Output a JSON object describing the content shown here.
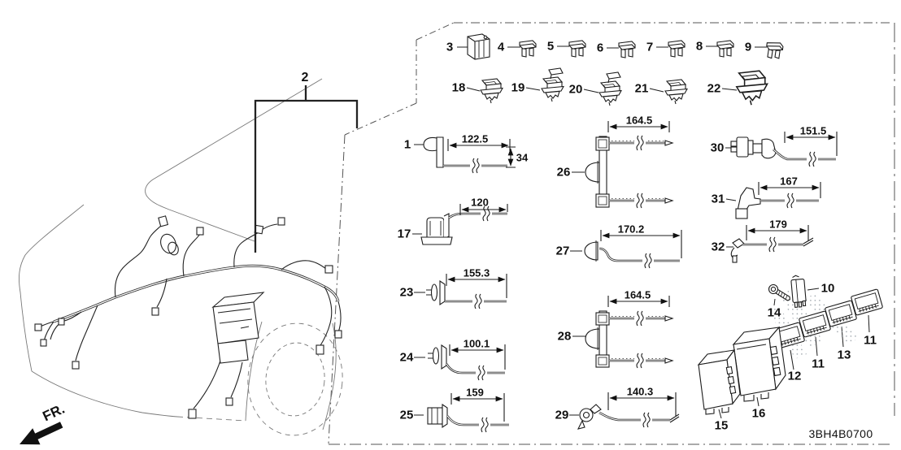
{
  "figure": {
    "drawing_code": "3BH4B0700",
    "front_marker": "FR.",
    "main_assembly": {
      "number": "2"
    },
    "fuse_row": [
      {
        "number": "3"
      },
      {
        "number": "4"
      },
      {
        "number": "5"
      },
      {
        "number": "6"
      },
      {
        "number": "7"
      },
      {
        "number": "8"
      },
      {
        "number": "9"
      }
    ],
    "clip_row": [
      {
        "number": "18"
      },
      {
        "number": "19"
      },
      {
        "number": "20"
      },
      {
        "number": "21"
      },
      {
        "number": "22"
      }
    ],
    "measured_parts": [
      {
        "number": "1",
        "length": "122.5",
        "height": "34"
      },
      {
        "number": "17",
        "length": "120"
      },
      {
        "number": "23",
        "length": "155.3"
      },
      {
        "number": "24",
        "length": "100.1"
      },
      {
        "number": "25",
        "length": "159"
      },
      {
        "number": "26",
        "length": "164.5"
      },
      {
        "number": "27",
        "length": "170.2"
      },
      {
        "number": "28",
        "length": "164.5"
      },
      {
        "number": "29",
        "length": "140.3"
      },
      {
        "number": "30",
        "length": "151.5"
      },
      {
        "number": "31",
        "length": "167"
      },
      {
        "number": "32",
        "length": "179"
      }
    ],
    "module_parts": [
      {
        "number": "14"
      },
      {
        "number": "10"
      },
      {
        "number": "11"
      },
      {
        "number": "13"
      },
      {
        "number": "11"
      },
      {
        "number": "12"
      },
      {
        "number": "16"
      },
      {
        "number": "15"
      }
    ]
  }
}
